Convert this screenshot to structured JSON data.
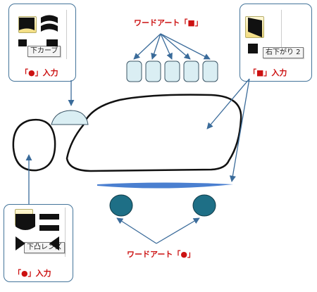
{
  "callouts": {
    "top_left": {
      "tooltip": "下カーブ",
      "label": "「●」入力"
    },
    "top_right": {
      "tooltip": "右下がり 2",
      "label": "「■」入力"
    },
    "bottom_left": {
      "tooltip": "下凸レンズ",
      "label": "「●」入力"
    }
  },
  "labels": {
    "wordart_square": "ワードアート「■」",
    "wordart_circle": "ワードアート「●」"
  },
  "colors": {
    "panel_border": "#44749a",
    "arrow": "#3a6b9a",
    "label_text": "#cc1111",
    "wheel_fill": "#1e6f86",
    "underbar": "#4a7fd0",
    "light_shape": "#daeef3"
  }
}
